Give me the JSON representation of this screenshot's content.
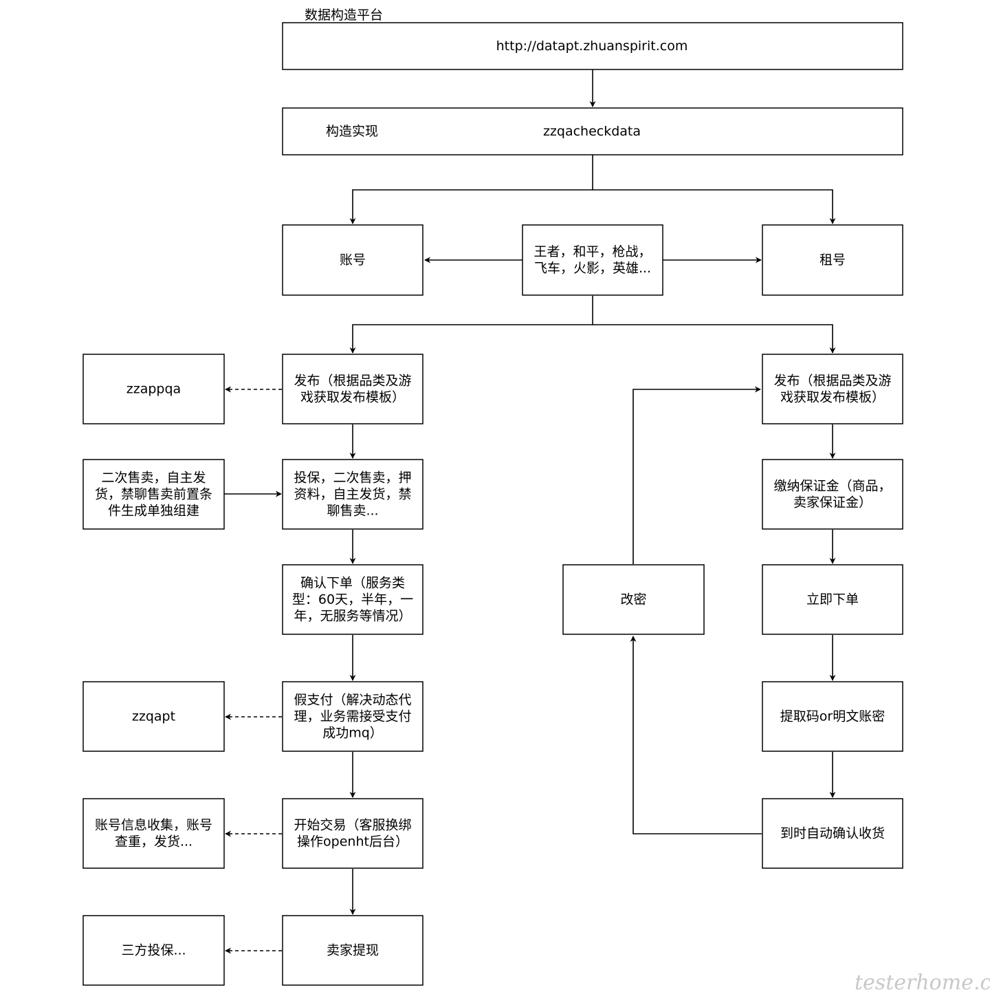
{
  "title": "数据构造平台",
  "nodes": {
    "url": {
      "lines": [
        "http://datapt.zhuanspirit.com"
      ]
    },
    "impl_label": {
      "lines": [
        "构造实现"
      ]
    },
    "impl_value": {
      "lines": [
        "zzqacheckdata"
      ]
    },
    "account": {
      "lines": [
        "账号"
      ]
    },
    "games": {
      "lines": [
        "王者，和平，枪战，",
        "飞车，火影，英雄..."
      ]
    },
    "rent": {
      "lines": [
        "租号"
      ]
    },
    "zzappqa": {
      "lines": [
        "zzappqa"
      ]
    },
    "publish_left": {
      "lines": [
        "发布（根据品类及游",
        "戏获取发布模板）"
      ]
    },
    "publish_right": {
      "lines": [
        "发布（根据品类及游",
        "戏获取发布模板）"
      ]
    },
    "resale_prereq": {
      "lines": [
        "二次售卖，自主发",
        "货，禁聊售卖前置条",
        "件生成单独组建"
      ]
    },
    "insure": {
      "lines": [
        "投保，二次售卖，押",
        "资料，自主发货，禁",
        "聊售卖..."
      ]
    },
    "deposit": {
      "lines": [
        "缴纳保证金（商品，",
        "卖家保证金）"
      ]
    },
    "confirm_order": {
      "lines": [
        "确认下单（服务类",
        "型：60天，半年，一",
        "年，无服务等情况）"
      ]
    },
    "change_pwd": {
      "lines": [
        "改密"
      ]
    },
    "order_now": {
      "lines": [
        "立即下单"
      ]
    },
    "zzqapt": {
      "lines": [
        "zzqapt"
      ]
    },
    "fake_pay": {
      "lines": [
        "假支付（解决动态代",
        "理，业务需接受支付",
        "成功mq）"
      ]
    },
    "pickup_code": {
      "lines": [
        "提取码or明文账密"
      ]
    },
    "acct_info": {
      "lines": [
        "账号信息收集，账号",
        "查重，发货..."
      ]
    },
    "start_trade": {
      "lines": [
        "开始交易（客服换绑",
        "操作openht后台）"
      ]
    },
    "auto_confirm": {
      "lines": [
        "到时自动确认收货"
      ]
    },
    "third_party": {
      "lines": [
        "三方投保..."
      ]
    },
    "withdraw": {
      "lines": [
        "卖家提现"
      ]
    }
  },
  "watermark": "testerhome.com"
}
